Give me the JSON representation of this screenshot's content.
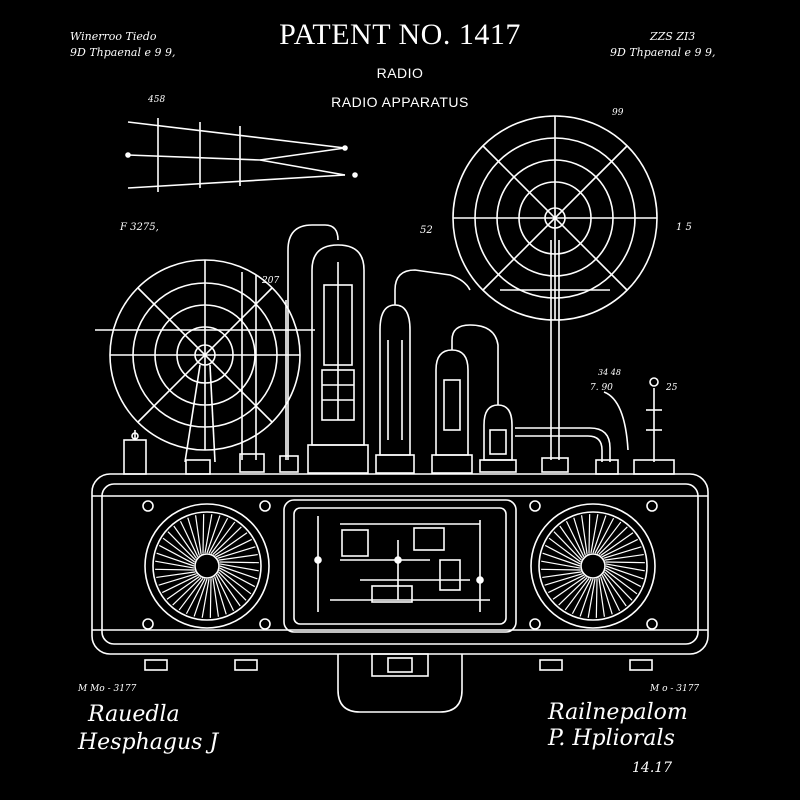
{
  "header": {
    "title": "PATENT NO. 1417",
    "subtitle_1": "RADIO",
    "subtitle_2": "RADIO APPARATUS"
  },
  "corner_notes": {
    "top_left_1": "Winerroo Tiedo",
    "top_left_2": "9D Thpaenal e 9 9,",
    "top_right_1": "ZZS ZI3",
    "top_right_2": "9D Thpaenal e 9 9,",
    "bottom_left_ref": "M  Mo  -  3177",
    "bottom_left_sig_1": "Rauedla",
    "bottom_left_sig_2": "Hesphagus J",
    "bottom_right_ref": "M  o  -  3177",
    "bottom_right_sig_1": "Railnepalom",
    "bottom_right_sig_2": "P. Hpliorals",
    "bottom_right_date": "14.17"
  },
  "figure_labels": {
    "label_458": "458",
    "label_f3275": "F 3275,",
    "label_207": "207",
    "label_52": "52",
    "label_15": "1 5",
    "label_99": "99",
    "label_790": "7. 90",
    "label_25": "25",
    "label_3448": "34 48"
  },
  "colors": {
    "background": "#000000",
    "ink": "#ffffff"
  }
}
